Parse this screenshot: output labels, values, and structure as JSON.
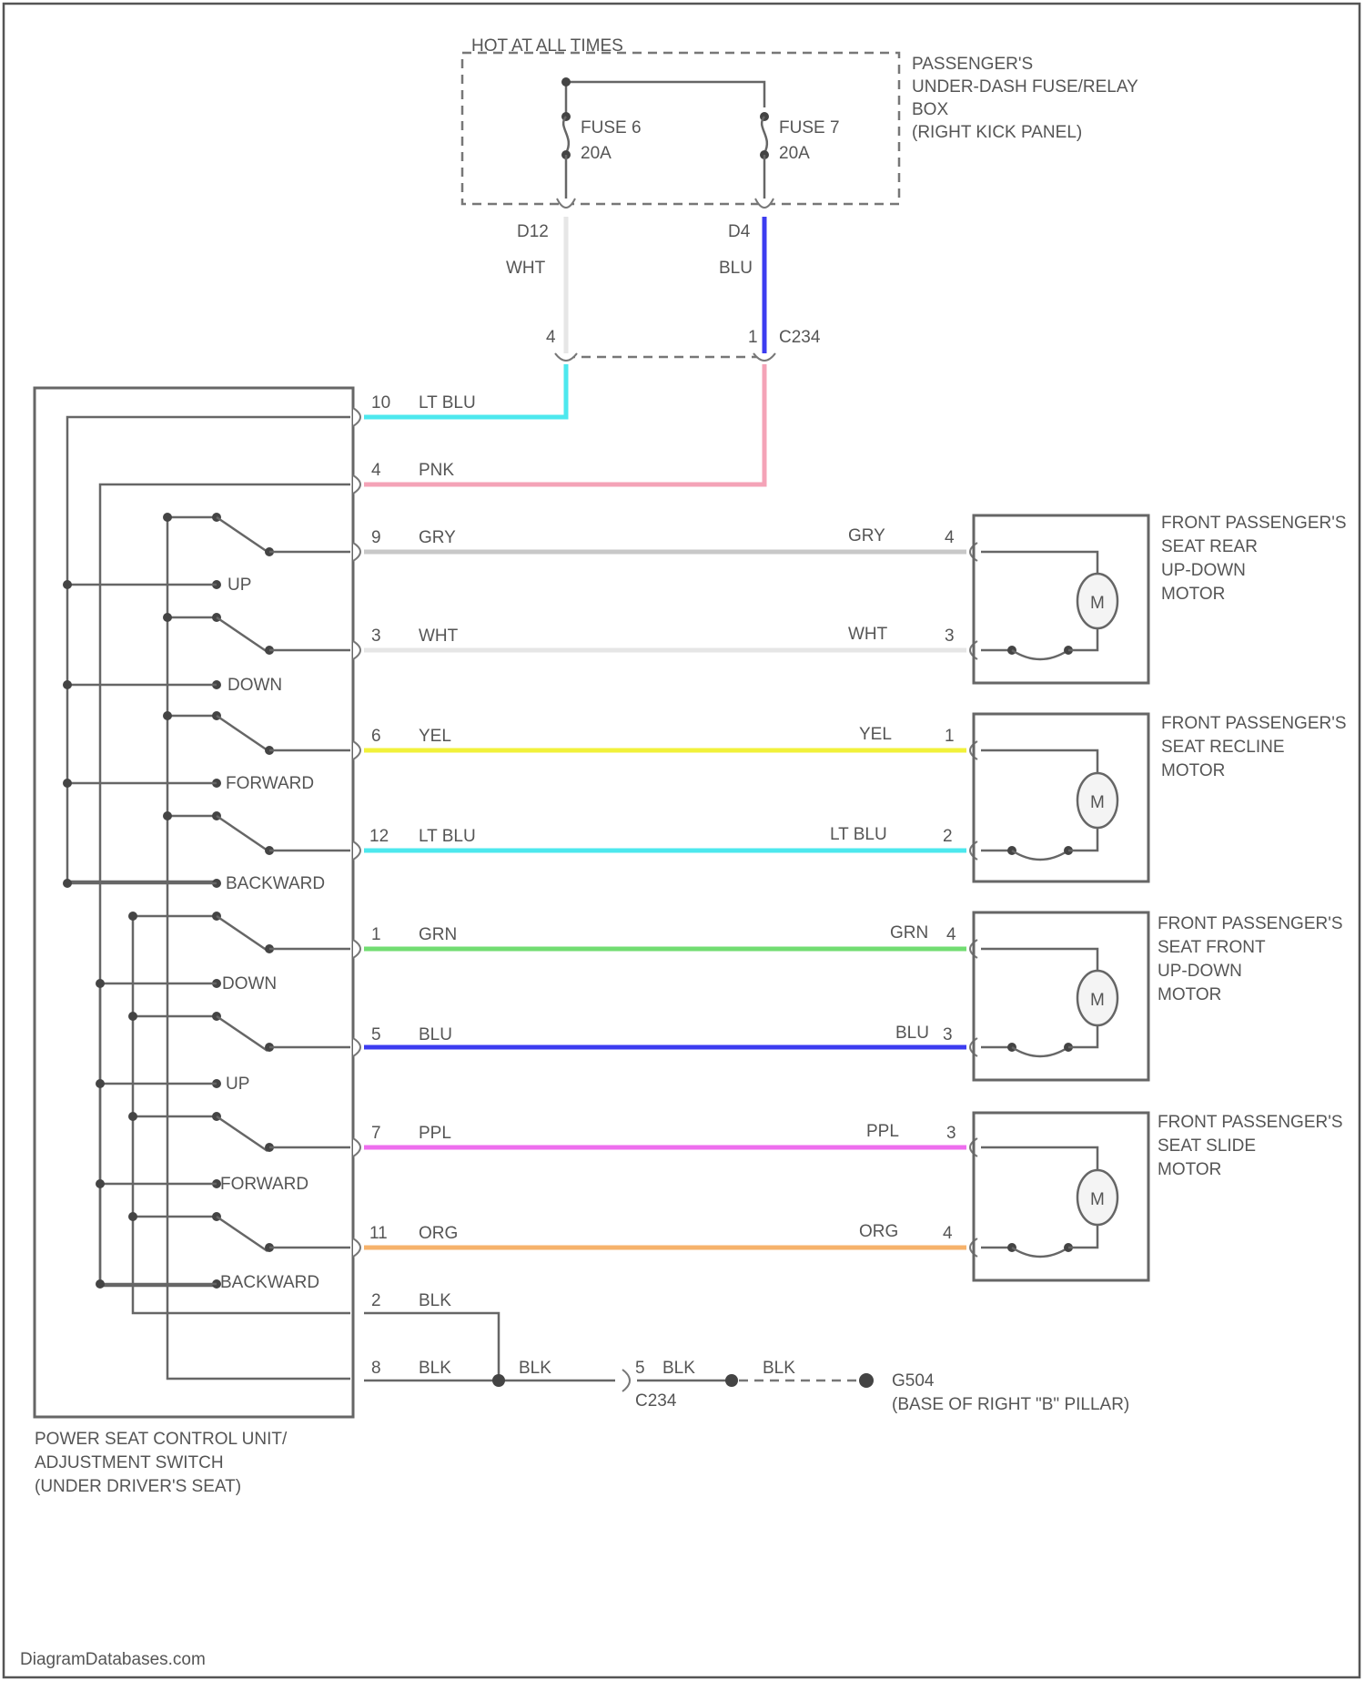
{
  "fuse_box": {
    "hot_label": "HOT AT ALL TIMES",
    "label": [
      "PASSENGER'S",
      "UNDER-DASH FUSE/RELAY",
      "BOX",
      "(RIGHT KICK PANEL)"
    ],
    "fuse6": {
      "name": "FUSE 6",
      "rating": "20A",
      "terminal": "D12",
      "wire": "WHT",
      "pin": "4"
    },
    "fuse7": {
      "name": "FUSE 7",
      "rating": "20A",
      "terminal": "D4",
      "wire": "BLU",
      "pin": "1"
    },
    "connector": "C234"
  },
  "control_unit": {
    "label": [
      "POWER SEAT CONTROL UNIT/",
      "ADJUSTMENT SWITCH",
      "(UNDER DRIVER'S SEAT)"
    ],
    "switch_labels": [
      "UP",
      "DOWN",
      "FORWARD",
      "BACKWARD",
      "DOWN",
      "UP",
      "FORWARD",
      "BACKWARD"
    ]
  },
  "wires": [
    {
      "pin": "10",
      "color": "LT BLU",
      "hex": "#4de8ee",
      "motor_pin": null
    },
    {
      "pin": "4",
      "color": "PNK",
      "hex": "#f4a3b7",
      "motor_pin": null
    },
    {
      "pin": "9",
      "color": "GRY",
      "hex": "#c8c8c8",
      "motor_pin": "4"
    },
    {
      "pin": "3",
      "color": "WHT",
      "hex": "#e6e6e6",
      "motor_pin": "3"
    },
    {
      "pin": "6",
      "color": "YEL",
      "hex": "#f1f13a",
      "motor_pin": "1"
    },
    {
      "pin": "12",
      "color": "LT BLU",
      "hex": "#4de8ee",
      "motor_pin": "2"
    },
    {
      "pin": "1",
      "color": "GRN",
      "hex": "#72dd72",
      "motor_pin": "4"
    },
    {
      "pin": "5",
      "color": "BLU",
      "hex": "#3c3cf0",
      "motor_pin": "3"
    },
    {
      "pin": "7",
      "color": "PPL",
      "hex": "#ee6eee",
      "motor_pin": "3"
    },
    {
      "pin": "11",
      "color": "ORG",
      "hex": "#f6b26b",
      "motor_pin": "4"
    }
  ],
  "ground": {
    "pin_a": "2",
    "pin_b": "8",
    "wire": "BLK",
    "connector_pin": "5",
    "connector": "C234",
    "point": "G504",
    "point_location": "(BASE OF RIGHT \"B\" PILLAR)"
  },
  "motors": [
    {
      "symbol": "M",
      "label": [
        "FRONT PASSENGER'S",
        "SEAT REAR",
        "UP-DOWN",
        "MOTOR"
      ]
    },
    {
      "symbol": "M",
      "label": [
        "FRONT PASSENGER'S",
        "SEAT RECLINE",
        "MOTOR"
      ]
    },
    {
      "symbol": "M",
      "label": [
        "FRONT PASSENGER'S",
        "SEAT FRONT",
        "UP-DOWN",
        "MOTOR"
      ]
    },
    {
      "symbol": "M",
      "label": [
        "FRONT PASSENGER'S",
        "SEAT SLIDE",
        "MOTOR"
      ]
    }
  ],
  "watermark": "DiagramDatabases.com"
}
